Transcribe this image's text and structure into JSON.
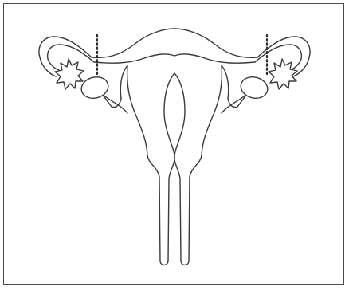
{
  "diagram": {
    "subject": "uterus-fallopian-tubes-ovaries",
    "labels": [],
    "colors": {
      "stroke": "#3a3a3a",
      "background": "#ffffff",
      "frame": "#4a4a4a"
    },
    "markers": {
      "left_cut_line": "dotted",
      "right_cut_line": "dotted"
    }
  }
}
